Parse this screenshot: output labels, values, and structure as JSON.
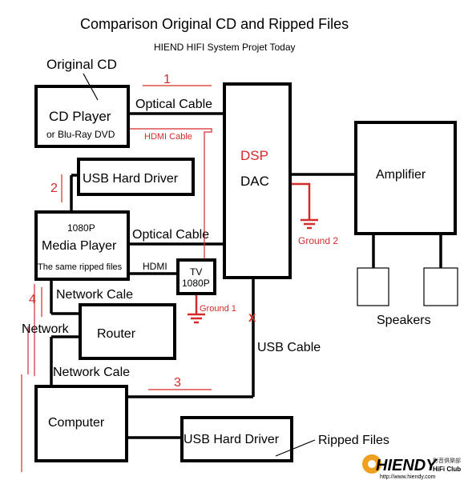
{
  "title": "Comparison Original CD and  Ripped Files",
  "subtitle": "HIEND HIFI System Projet Today",
  "colors": {
    "line": "#000000",
    "accent": "#d42a2a",
    "logo_orange": "#f0a020"
  },
  "nodes": {
    "cd_player": {
      "label": "CD Player",
      "sublabel": "or Blu-Ray DVD",
      "caption": "Original CD"
    },
    "dac": {
      "label_top": "DSP",
      "label": "DAC"
    },
    "amplifier": {
      "label": "Amplifier"
    },
    "speakers": {
      "label": "Speakers"
    },
    "usb_hdd_top": {
      "label": "USB Hard Driver"
    },
    "media_player": {
      "line1": "1080P",
      "line2": "Media Player",
      "line3": "The same ripped files"
    },
    "tv": {
      "line1": "TV",
      "line2": "1080P"
    },
    "router": {
      "label": "Router"
    },
    "computer": {
      "label": "Computer"
    },
    "usb_hdd_bottom": {
      "label": "USB Hard Driver",
      "caption": "Ripped Files"
    }
  },
  "edges": {
    "optical_1": "Optical Cable",
    "hdmi_cable": "HDMI Cable",
    "optical_2": "Optical Cable",
    "hdmi": "HDMI",
    "network_cale_1": "Network Cale",
    "network": "Network",
    "network_cale_2": "Network Cale",
    "usb_cable": "USB Cable",
    "ground_1": "Ground 1",
    "ground_2": "Ground 2"
  },
  "markers": {
    "m1": "1",
    "m2": "2",
    "m3": "3",
    "m4": "4",
    "x_mark": "X"
  },
  "logo": {
    "text": "HIENDY",
    "sub": "HiFi Club",
    "cjk": "影音俱樂部",
    "url": "http://www.hiendy.com"
  }
}
